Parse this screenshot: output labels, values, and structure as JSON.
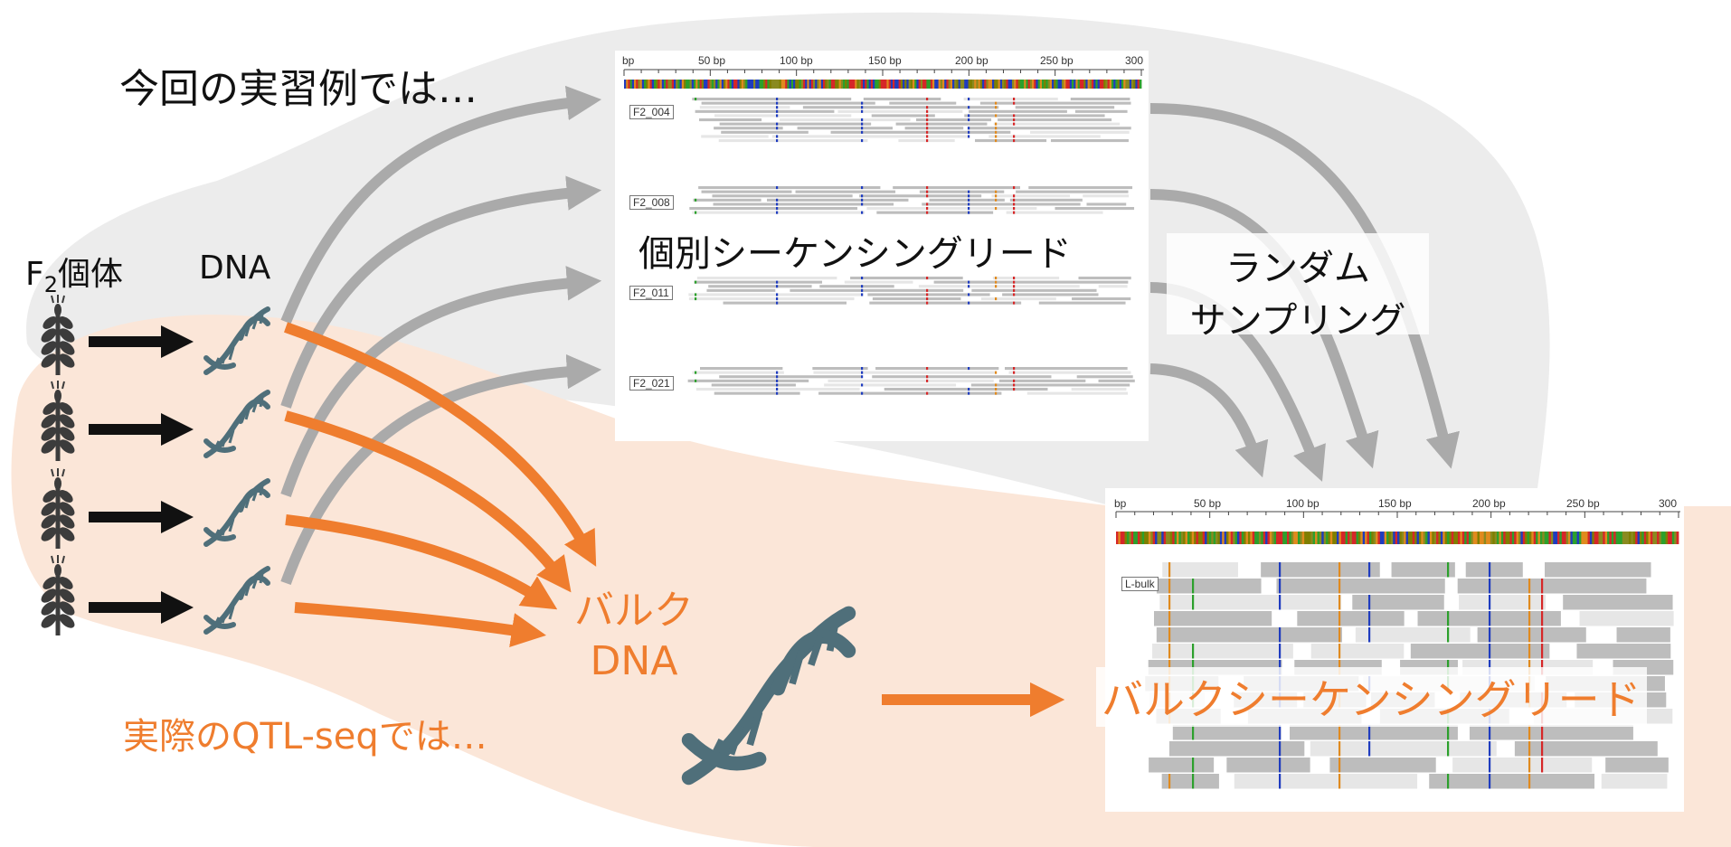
{
  "title_individual": "今回の実習例では…",
  "title_bulk": "実際のQTL-seqでは…",
  "label_f2": "F",
  "label_f2_sub": "2",
  "label_f2_suffix": "個体",
  "label_dna": "DNA",
  "label_individual_reads": "個別シーケンシングリード",
  "label_random_sampling_line1": "ランダム",
  "label_random_sampling_line2": "サンプリング",
  "label_bulk_dna_line1": "バルク",
  "label_bulk_dna_line2": "DNA",
  "label_bulk_reads": "バルクシーケンシングリード",
  "individual_panel": {
    "ruler_labels": [
      "bp",
      "50 bp",
      "100 bp",
      "150 bp",
      "200 bp",
      "250 bp",
      "300"
    ],
    "samples": [
      "F2_004",
      "F2_008",
      "F2_011",
      "F2_021"
    ]
  },
  "bulk_panel": {
    "ruler_labels": [
      "bp",
      "50 bp",
      "100 bp",
      "150 bp",
      "200 bp",
      "250 bp",
      "300"
    ],
    "sample": "L-bulk"
  },
  "colors": {
    "orange": "#ef7d2e",
    "gray_arrow": "#aaaaaa",
    "black": "#111111",
    "dna_teal": "#4f6f7a",
    "plant": "#3c3c3c",
    "bg_gray": "#ececec",
    "bg_orange": "#fbe6d8"
  },
  "icons": [
    "wheat-plant-icon",
    "dna-helix-icon",
    "arrow-icon"
  ]
}
